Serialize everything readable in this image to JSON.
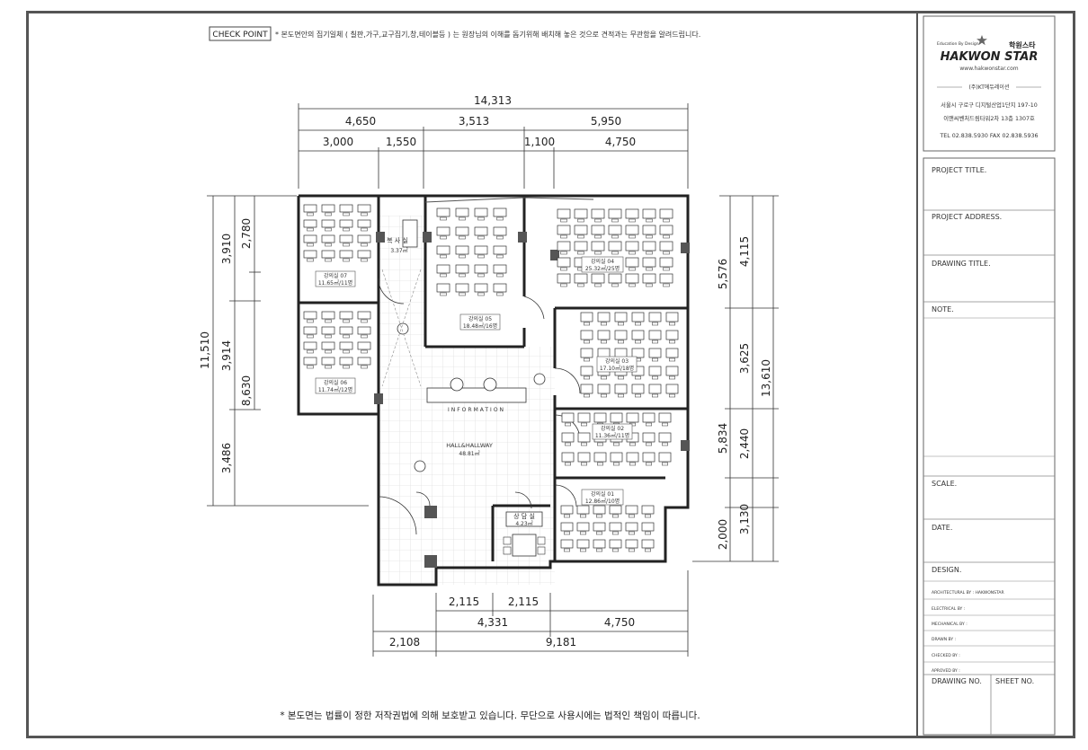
{
  "checkpoint": {
    "label": "CHECK POINT",
    "note": "* 본도면안의 집기일체 ( 칠판,가구,교구집기,창,테이블등 ) 는 원장님의 이해를 돕기위해 배치해 놓은 것으로 견적과는 무관함을 알려드립니다."
  },
  "footer_note": "* 본도면는 법률이 정한 저작권법에 의해 보호받고 있습니다. 무단으로 사용시에는 법적인 책임이 따릅니다.",
  "brand": {
    "tagline": "Education By Design",
    "korean_name": "학원스타",
    "name": "HAKWON STAR",
    "url": "www.hakwonstar.com",
    "company": "(주)KT에듀레이션",
    "address_line1": "서울시 구로구 디지털산업1단지 197-10",
    "address_line2": "이앤씨벤처드림타워2차 13층 1307호",
    "contact": "TEL 02.838.5930  FAX 02.838.5936"
  },
  "title_block": {
    "project_title": "PROJECT TITLE.",
    "project_address": "PROJECT ADDRESS.",
    "drawing_title": "DRAWING TITLE.",
    "note": "NOTE.",
    "scale": "SCALE.",
    "date": "DATE.",
    "design": "DESIGN.",
    "architectural_by": "ARCHITECTURAL BY : HAKWONSTAR",
    "electrical_by": "ELECTRICAL BY :",
    "mechanical_by": "MECHANICAL BY :",
    "drawn_by": "DRAWN BY :",
    "checked_by": "CHECKED BY :",
    "approved_by": "APROVED BY :",
    "drawing_no": "DRAWING NO.",
    "sheet_no": "SHEET NO."
  },
  "dimensions": {
    "top_total": "14,313",
    "top_row2": [
      "4,650",
      "3,513",
      "5,950"
    ],
    "top_row3": [
      "3,000",
      "1,550",
      "1,100",
      "4,750"
    ],
    "left_outer": "11,510",
    "left_mid": [
      "3,910",
      "3,914",
      "3,486"
    ],
    "left_inner": [
      "2,780",
      "8,630"
    ],
    "right_inner": [
      "4,115",
      "3,625",
      "2,440",
      "3,130"
    ],
    "right_mid": [
      "5,576",
      "5,834",
      "2,000"
    ],
    "right_outer": "13,610",
    "bottom_row1": [
      "2,115",
      "2,115"
    ],
    "bottom_row2": [
      "4,331",
      "4,750"
    ],
    "bottom_row3": [
      "2,108",
      "9,181"
    ]
  },
  "rooms": {
    "copy": {
      "name": "복 사 실",
      "area": "3.37㎡"
    },
    "r07": {
      "name": "강의실 07",
      "area": "11.65㎡/11명"
    },
    "r06": {
      "name": "강의실 06",
      "area": "11.74㎡/12명"
    },
    "r05": {
      "name": "강의실 05",
      "area": "18.48㎡/16명"
    },
    "r04": {
      "name": "강의실 04",
      "area": "25.32㎡/25명"
    },
    "r03": {
      "name": "강의실 03",
      "area": "17.10㎡/18명"
    },
    "r02": {
      "name": "강의실 02",
      "area": "11.36㎡/11명"
    },
    "r01": {
      "name": "강의실 01",
      "area": "12.86㎡/10명"
    },
    "info": {
      "name": "INFORMATION"
    },
    "hall": {
      "name": "HALL&HALLWAY",
      "area": "48.81㎡"
    },
    "consult": {
      "name": "상 담 실",
      "area": "4.23㎡"
    }
  }
}
